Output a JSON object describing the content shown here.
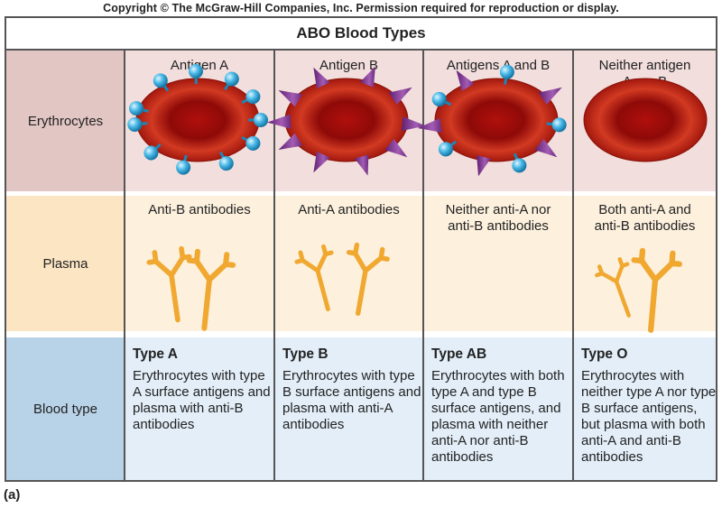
{
  "copyright": "Copyright © The McGraw-Hill Companies, Inc. Permission required for reproduction or display.",
  "title": "ABO Blood Types",
  "rows": {
    "erythrocytes": "Erythrocytes",
    "plasma": "Plasma",
    "blood_type": "Blood type"
  },
  "columns": [
    {
      "antigen": "Antigen A",
      "antibodies": "Anti-B antibodies",
      "type": "Type A",
      "description": "Erythrocytes with type A surface antigens and plasma with anti-B antibodies"
    },
    {
      "antigen": "Antigen B",
      "antibodies": "Anti-A antibodies",
      "type": "Type B",
      "description": "Erythrocytes with type B surface antigens and plasma with anti-A antibodies"
    },
    {
      "antigen": "Antigens A and B",
      "antibodies": "Neither anti-A nor anti-B antibodies",
      "type": "Type AB",
      "description": "Erythrocytes with both type A and type B surface antigens, and plasma with neither anti-A nor anti-B antibodies"
    },
    {
      "antigen": "Neither antigen A nor B",
      "antibodies": "Both anti-A and anti-B antibodies",
      "type": "Type O",
      "description": "Erythrocytes with neither type A nor type B surface antigens, but plasma with both anti-A and anti-B antibodies"
    }
  ],
  "figure_label": "(a)",
  "colors": {
    "ery_label": "#e2c6c4",
    "ery_cell": "#f1dedd",
    "plasma_label": "#fbe5c3",
    "plasma_cell": "#fdf1de",
    "blood_label": "#b8d2e7",
    "blood_cell": "#e3eef8",
    "rbc": "#b8190f",
    "antigen_a": "#3fb1e0",
    "antigen_b": "#8b3f9a",
    "antibody": "#f0a830"
  }
}
